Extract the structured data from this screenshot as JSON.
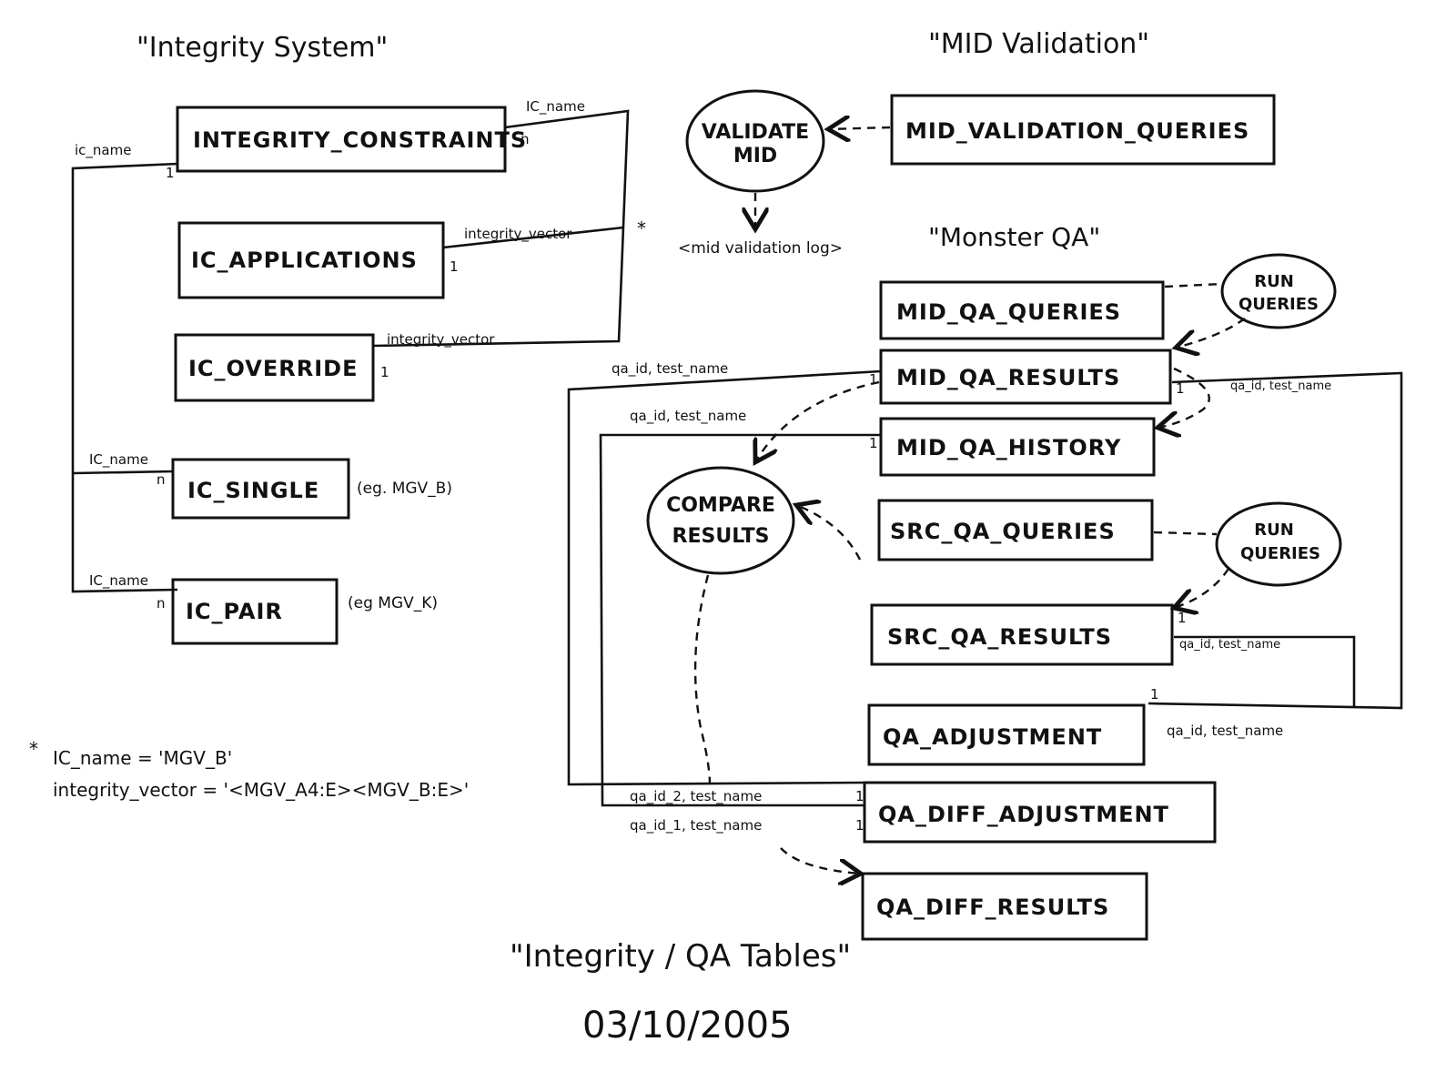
{
  "headings": {
    "integrity_system": "\"Integrity System\"",
    "mid_validation": "\"MID Validation\"",
    "monster_qa": "\"Monster QA\""
  },
  "tables": {
    "integrity_constraints": "INTEGRITY_CONSTRAINTS",
    "ic_applications": "IC_APPLICATIONS",
    "ic_override": "IC_OVERRIDE",
    "ic_single": "IC_SINGLE",
    "ic_pair": "IC_PAIR",
    "mid_validation_queries": "MID_VALIDATION_QUERIES",
    "mid_qa_queries": "MID_QA_QUERIES",
    "mid_qa_results": "MID_QA_RESULTS",
    "mid_qa_history": "MID_QA_HISTORY",
    "src_qa_queries": "SRC_QA_QUERIES",
    "src_qa_results": "SRC_QA_RESULTS",
    "qa_adjustment": "QA_ADJUSTMENT",
    "qa_diff_adjustment": "QA_DIFF_ADJUSTMENT",
    "qa_diff_results": "QA_DIFF_RESULTS"
  },
  "processes": {
    "validate_mid": [
      "VALIDATE",
      "MID"
    ],
    "run_queries_top": [
      "RUN",
      "QUERIES"
    ],
    "compare_results": [
      "COMPARE",
      "RESULTS"
    ],
    "run_queries_bottom": [
      "RUN",
      "QUERIES"
    ]
  },
  "log": "<mid validation log>",
  "relationships": {
    "ic_name_left": "ic_name",
    "ic_name_right": "IC_name",
    "integrity_vector_app": "integrity_vector",
    "integrity_vector_override": "integrity_vector",
    "ic_name_single": "IC_name",
    "ic_name_pair": "IC_name",
    "qa_id_test_name_top": "qa_id, test_name",
    "qa_id_test_name_history": "qa_id, test_name",
    "qa_id_test_name_right": "qa_id, test_name",
    "qa_id_test_name_src": "qa_id, test_name",
    "qa_id_test_name_adj": "qa_id, test_name",
    "qa_id_2_test_name": "qa_id_2, test_name",
    "qa_id_1_test_name": "qa_id_1, test_name"
  },
  "cardinality": {
    "one": "1",
    "many": "n",
    "star": "*"
  },
  "examples": {
    "single": "(eg. MGV_B)",
    "pair": "(eg MGV_K)"
  },
  "footnote": {
    "star": "*",
    "line1": "IC_name = 'MGV_B'",
    "line2": "integrity_vector = '<MGV_A4:E><MGV_B:E>'"
  },
  "caption": {
    "title": "\"Integrity / QA Tables\"",
    "date": "03/10/2005"
  }
}
